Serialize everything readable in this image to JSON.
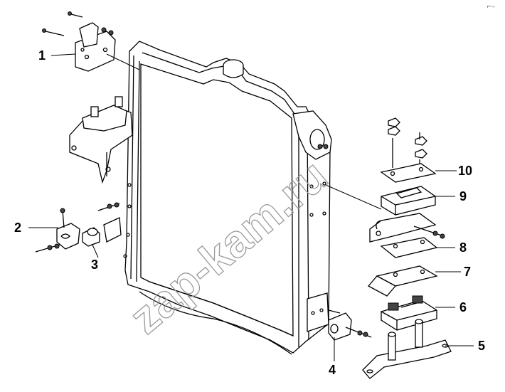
{
  "callouts": [
    {
      "id": "1",
      "label": "1"
    },
    {
      "id": "2",
      "label": "2"
    },
    {
      "id": "3",
      "label": "3"
    },
    {
      "id": "4",
      "label": "4"
    },
    {
      "id": "5",
      "label": "5"
    },
    {
      "id": "6",
      "label": "6"
    },
    {
      "id": "7",
      "label": "7"
    },
    {
      "id": "8",
      "label": "8"
    },
    {
      "id": "9",
      "label": "9"
    },
    {
      "id": "10",
      "label": "10"
    }
  ],
  "watermark": "zap-kam.ru",
  "corner_mark": "⌐–",
  "colors": {
    "line": "#000000",
    "watermark": "#9a9a9a",
    "background": "#ffffff"
  }
}
